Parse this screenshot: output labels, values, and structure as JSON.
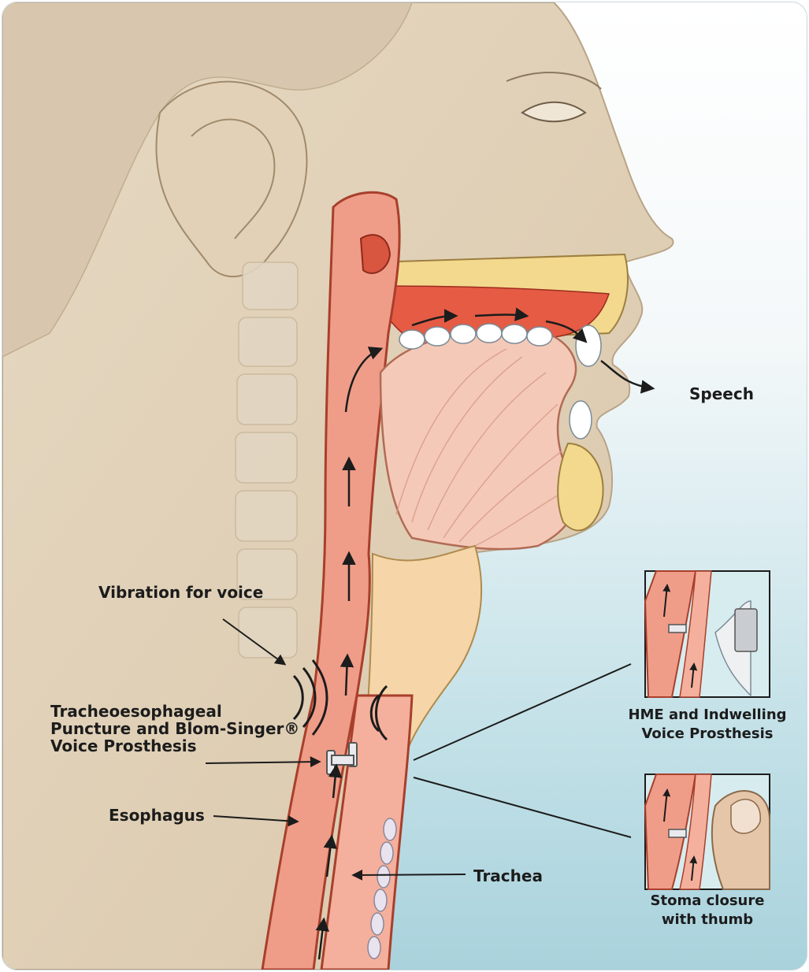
{
  "labels": {
    "speech": "Speech",
    "vibration": "Vibration for voice",
    "te_puncture": [
      "Tracheoesophageal",
      "Puncture and Blom-Singer®",
      "Voice Prosthesis"
    ],
    "esophagus": "Esophagus",
    "trachea": "Trachea",
    "hme": [
      "HME and Indwelling",
      "Voice Prosthesis"
    ],
    "stoma": [
      "Stoma closure",
      "with thumb"
    ]
  },
  "colors": {
    "skin": "#e8dcc8",
    "skin_shade": "#cbb89b",
    "tissue": "#f1a48f",
    "tissue_dark": "#d9644c",
    "bone": "#f3d98e",
    "line": "#1c1c1c",
    "background_blue": "#a9d2dc"
  }
}
